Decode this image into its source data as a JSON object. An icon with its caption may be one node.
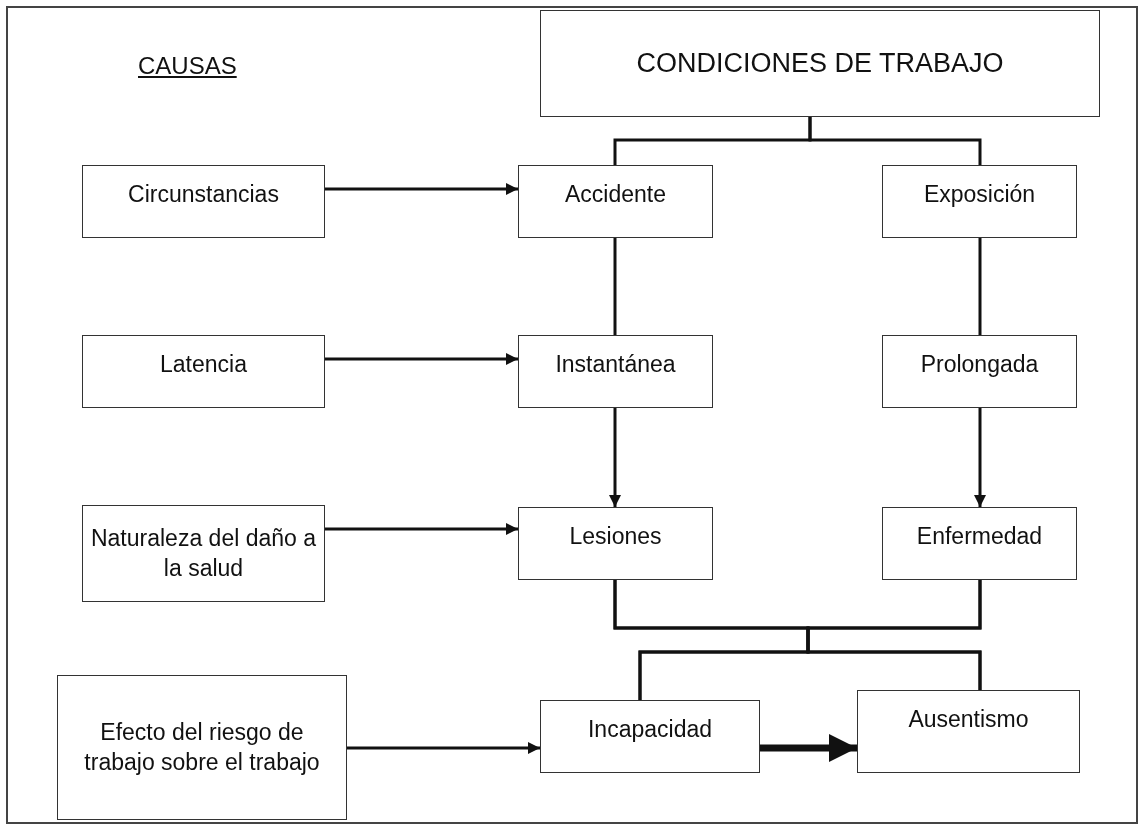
{
  "diagram": {
    "nodes": [
      {
        "text": [
          "CONDICIONES DE TRABAJO"
        ]
      },
      {
        "text": [
          "Circunstancias"
        ]
      },
      {
        "text": [
          "Accidente"
        ]
      },
      {
        "text": [
          "Exposición"
        ]
      },
      {
        "text": [
          "Latencia"
        ]
      },
      {
        "text": [
          "Instantánea"
        ]
      },
      {
        "text": [
          "Prolongada"
        ]
      },
      {
        "text": [
          "Naturaleza del daño a la salud"
        ]
      },
      {
        "text": [
          "Lesiones"
        ]
      },
      {
        "text": [
          "Enfermedad"
        ]
      },
      {
        "text": [
          "Efecto del riesgo de trabajo sobre el trabajo"
        ]
      },
      {
        "text": [
          "Incapacidad"
        ]
      },
      {
        "text": [
          "Ausentismo"
        ]
      }
    ],
    "edges": [
      {
        "from": 0,
        "to": 2,
        "arrow": "none"
      },
      {
        "from": 0,
        "to": 3,
        "arrow": "none"
      },
      {
        "from": 1,
        "to": 2,
        "arrow": "to"
      },
      {
        "from": 4,
        "to": 5,
        "arrow": "to"
      },
      {
        "from": 7,
        "to": 8,
        "arrow": "to"
      },
      {
        "from": 10,
        "to": 11,
        "arrow": "to"
      },
      {
        "from": 2,
        "to": 5,
        "arrow": "none"
      },
      {
        "from": 5,
        "to": 8,
        "arrow": "to"
      },
      {
        "from": 3,
        "to": 6,
        "arrow": "none"
      },
      {
        "from": 6,
        "to": 9,
        "arrow": "to"
      },
      {
        "from": 8,
        "to": 11,
        "arrow": "none"
      },
      {
        "from": 8,
        "to": 12,
        "arrow": "none"
      },
      {
        "from": 9,
        "to": 11,
        "arrow": "none"
      },
      {
        "from": 9,
        "to": 12,
        "arrow": "none"
      },
      {
        "from": 11,
        "to": 12,
        "arrow": "to",
        "style": "thick"
      }
    ],
    "labels": [
      "CAUSAS"
    ]
  }
}
